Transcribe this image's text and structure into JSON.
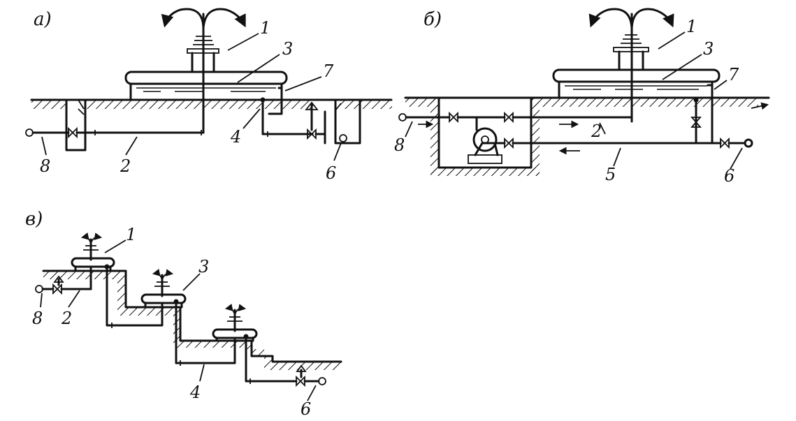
{
  "panels": {
    "a": {
      "letter": "а)",
      "labels": {
        "n1": "1",
        "n2": "2",
        "n3": "3",
        "n4": "4",
        "n6": "6",
        "n7": "7",
        "n8": "8"
      }
    },
    "b": {
      "letter": "б)",
      "labels": {
        "n1": "1",
        "n2": "2",
        "n3": "3",
        "n5": "5",
        "n6": "6",
        "n7": "7",
        "n8": "8"
      }
    },
    "v": {
      "letter": "в)",
      "labels": {
        "n1": "1",
        "n2": "2",
        "n3": "3",
        "n4": "4",
        "n6": "6",
        "n8": "8"
      }
    }
  },
  "colors": {
    "ink": "#111111",
    "paper": "#ffffff"
  }
}
